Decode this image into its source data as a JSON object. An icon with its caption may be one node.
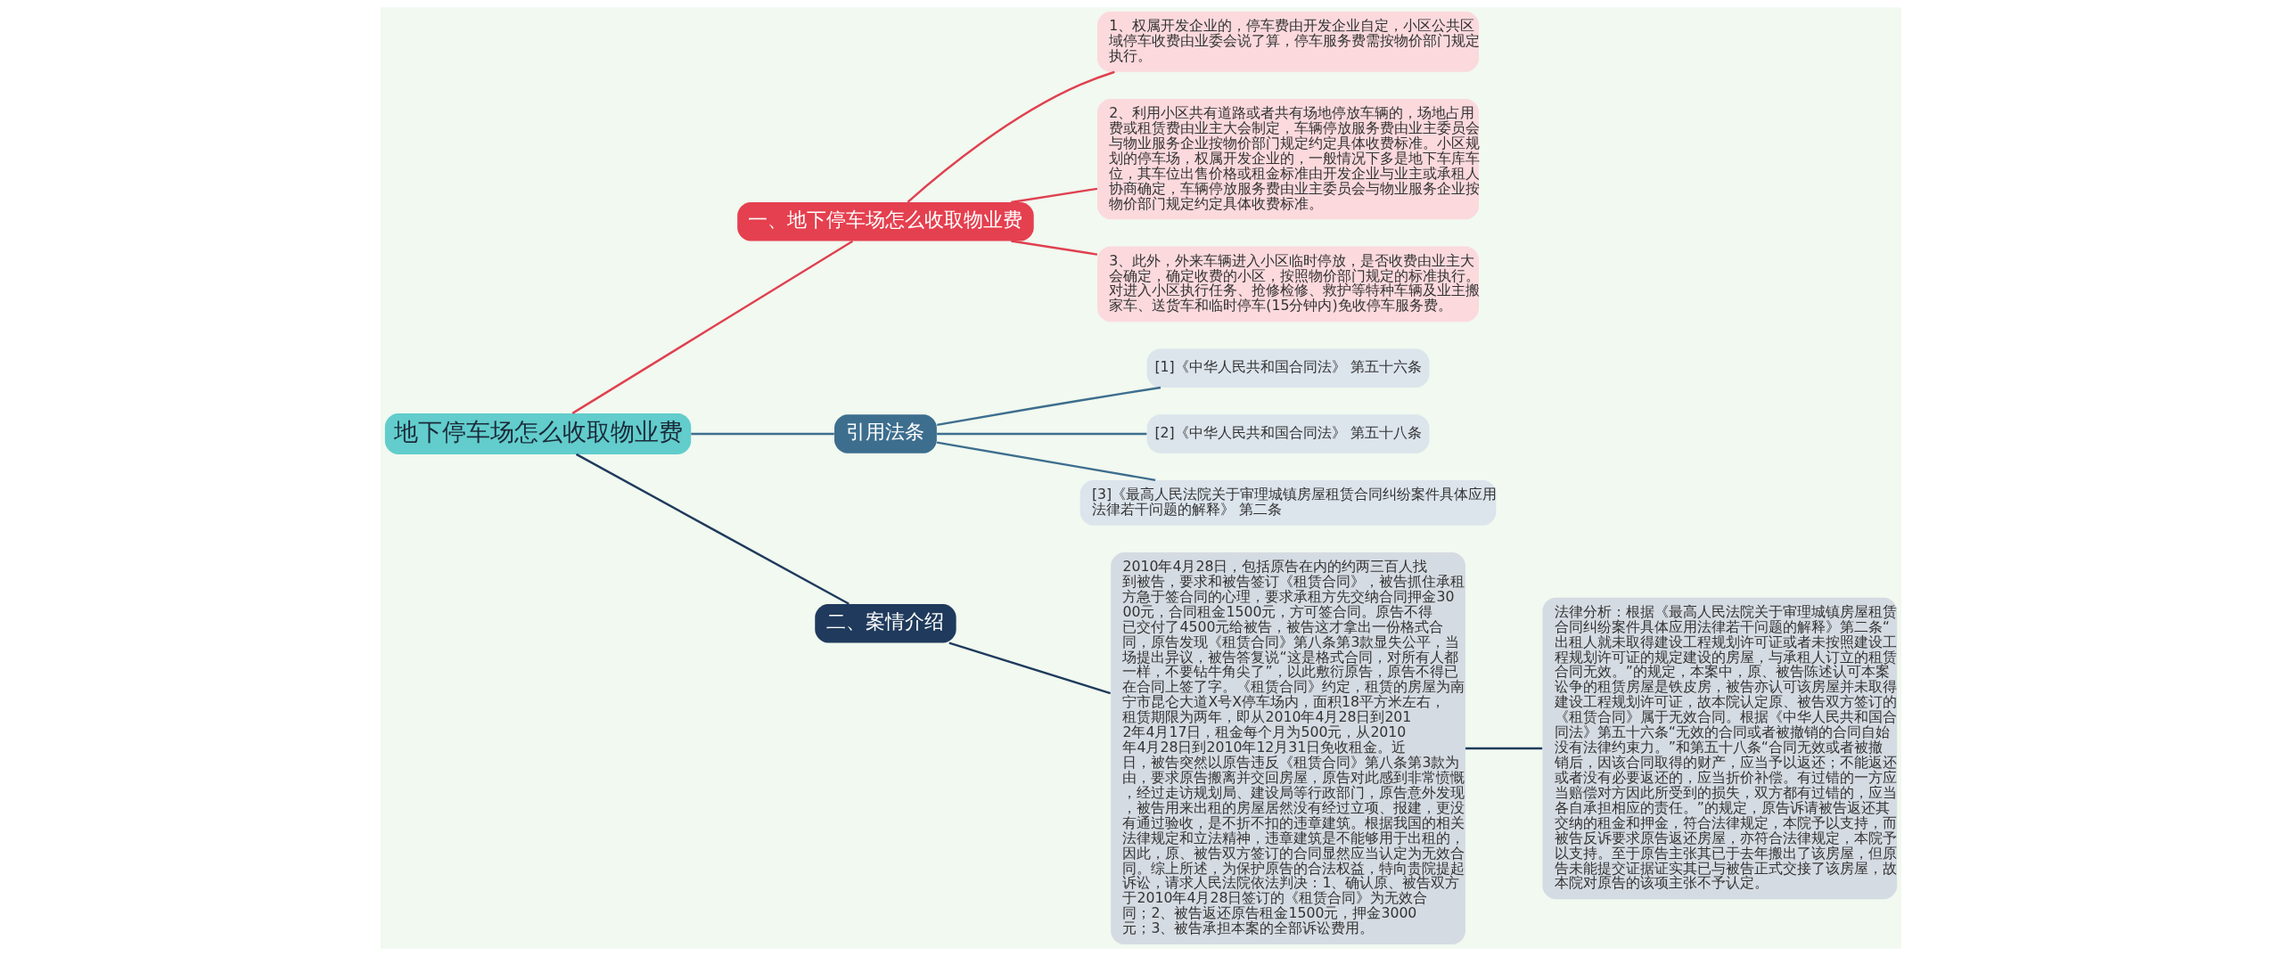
{
  "diagram": {
    "nodes": [
      {
        "text": [
          "地下停车场怎么收取物业费"
        ]
      },
      {
        "text": [
          "一、地下停车场怎么收取物业费"
        ]
      },
      {
        "text": [
          "1、权属开发企业的，停车费由开发企业自定，小区公共区域停车收费由业委会说了算，停车服务费需按物价部门规定执行。"
        ]
      },
      {
        "text": [
          "2、利用小区共有道路或者共有场地停放车辆的，场地占用费或租赁费由业主大会制定，车辆停放服务费由业主委员会与物业服务企业按物价部门规定约定具体收费标准。小区规划的停车场，权属开发企业的，一般情况下多是地下车库车位，其车位出售价格或租金标准由开发企业与业主或承租人协商确定，车辆停放服务费由业主委员会与物业服务企业按物价部门规定约定具体收费标准。"
        ]
      },
      {
        "text": [
          "3、此外，外来车辆进入小区临时停放，是否收费由业主大会确定，确定收费的小区，按照物价部门规定的标准执行。对进入小区执行任务、抢修检修、救护等特种车辆及业主搬家车、送货车和临时停车(15分钟内)免收停车服务费。"
        ]
      },
      {
        "text": [
          "引用法条"
        ]
      },
      {
        "text": [
          "[1]《中华人民共和国合同法》 第五十六条"
        ]
      },
      {
        "text": [
          "[2]《中华人民共和国合同法》 第五十八条"
        ]
      },
      {
        "text": [
          "[3]《最高人民法院关于审理城镇房屋租赁合同纠纷案件具体应用法律若干问题的解释》 第二条"
        ]
      },
      {
        "text": [
          "二、案情介绍"
        ]
      },
      {
        "text": [
          "2010年4月28日，包括原告在内的约两三百人找到被告，要求和被告签订《租赁合同》，被告抓住承租方急于签合同的心理，要求承租方先交纳合同押金3000元，合同租金1500元，方可签合同。原告不得已交付了4500元给被告，被告这才拿出一份格式合同，原告发现《租赁合同》第八条第3款显失公平，当场提出异议，被告答复说“这是格式合同，对所有人都一样，不要钻牛角尖了”，以此敷衍原告，原告不得已在合同上签了字。《租赁合同》约定，租赁的房屋为南宁市昆仑大道X号X停车场内，面积18平方米左右，租赁期限为两年，即从2010年4月28日到2012年4月17日，租金每个月为500元，从2010年4月28日到2010年12月31日免收租金。近日，被告突然以原告违反《租赁合同》第八条第3款为由，要求原告搬离并交回房屋，原告对此感到非常愤慨，经过走访规划局、建设局等行政部门，原告意外发现，被告用来出租的房屋居然没有经过立项、报建，更没有通过验收，是不折不扣的违章建筑。根据我国的相关法律规定和立法精神，违章建筑是不能够用于出租的，因此，原、被告双方签订的合同显然应当认定为无效合同。综上所述，为保护原告的合法权益，特向贵院提起诉讼，请求人民法院依法判决：1、确认原、被告双方于2010年4月28日签订的《租赁合同》为无效合同；2、被告返还原告租金1500元，押金3000元；3、被告承担本案的全部诉讼费用。"
        ]
      },
      {
        "text": [
          "法律分析：根据《最高人民法院关于审理城镇房屋租赁合同纠纷案件具体应用法律若干问题的解释》第二条“出租人就未取得建设工程规划许可证或者未按照建设工程规划许可证的规定建设的房屋，与承租人订立的租赁合同无效。”的规定，本案中，原、被告陈述认可本案讼争的租赁房屋是铁皮房，被告亦认可该房屋并未取得建设工程规划许可证，故本院认定原、被告双方签订的《租赁合同》属于无效合同。根据《中华人民共和国合同法》第五十六条“无效的合同或者被撤销的合同自始没有法律约束力。”和第五十八条“合同无效或者被撤销后，因该合同取得的财产，应当予以返还；不能返还或者没有必要返还的，应当折价补偿。有过错的一方应当赔偿对方因此所受到的损失，双方都有过错的，应当各自承担相应的责任。”的规定，原告诉请被告返还其交纳的租金和押金，符合法律规定，本院予以支持，而被告反诉要求原告返还房屋，亦符合法律规定，本院予以支持。至于原告主张其已于去年搬出了该房屋，但原告未能提交证据证实其已与被告正式交接了该房屋，故本院对原告的该项主张不予认定。"
        ]
      }
    ],
    "edges": [
      {
        "from": 0,
        "to": 1,
        "arrow": "none",
        "color": "#e04050"
      },
      {
        "from": 1,
        "to": 2,
        "arrow": "none",
        "color": "#e04050"
      },
      {
        "from": 1,
        "to": 3,
        "arrow": "none",
        "color": "#e04050"
      },
      {
        "from": 1,
        "to": 4,
        "arrow": "none",
        "color": "#e04050"
      },
      {
        "from": 0,
        "to": 5,
        "arrow": "none",
        "color": "#3d6e8e"
      },
      {
        "from": 5,
        "to": 6,
        "arrow": "none",
        "color": "#3d6e8e"
      },
      {
        "from": 5,
        "to": 7,
        "arrow": "none",
        "color": "#3d6e8e"
      },
      {
        "from": 5,
        "to": 8,
        "arrow": "none",
        "color": "#3d6e8e"
      },
      {
        "from": 0,
        "to": 9,
        "arrow": "none",
        "color": "#1f3a5c"
      },
      {
        "from": 9,
        "to": 10,
        "arrow": "none",
        "color": "#1f3a5c"
      },
      {
        "from": 10,
        "to": 11,
        "arrow": "none",
        "color": "#1f3a5c"
      }
    ]
  }
}
